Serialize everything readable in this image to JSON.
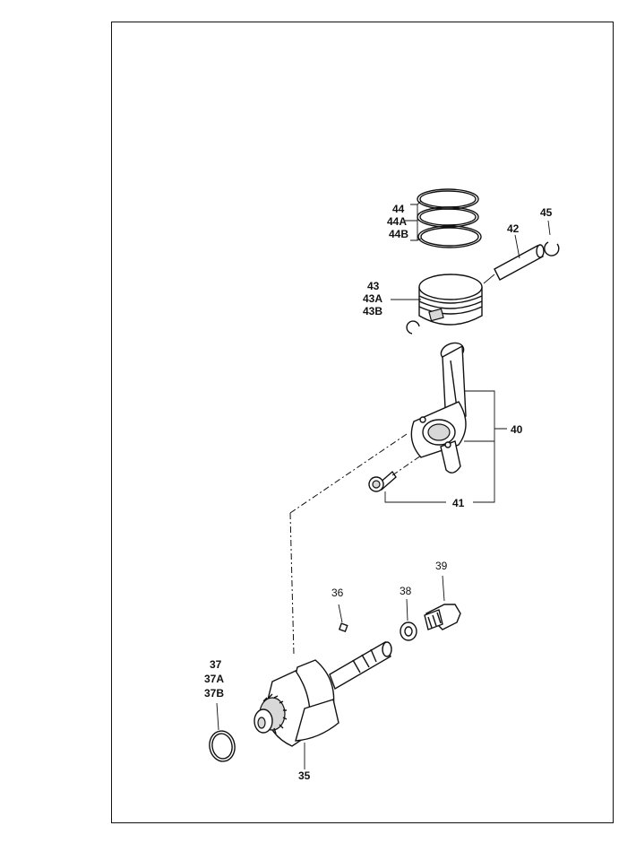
{
  "parts": {
    "p44": "44",
    "p44a": "44A",
    "p44b": "44B",
    "p45": "45",
    "p42": "42",
    "p43": "43",
    "p43a": "43A",
    "p43b": "43B",
    "p40": "40",
    "p41": "41",
    "p39": "39",
    "p38": "38",
    "p36": "36",
    "p37": "37",
    "p37a": "37A",
    "p37b": "37B",
    "p35": "35"
  }
}
